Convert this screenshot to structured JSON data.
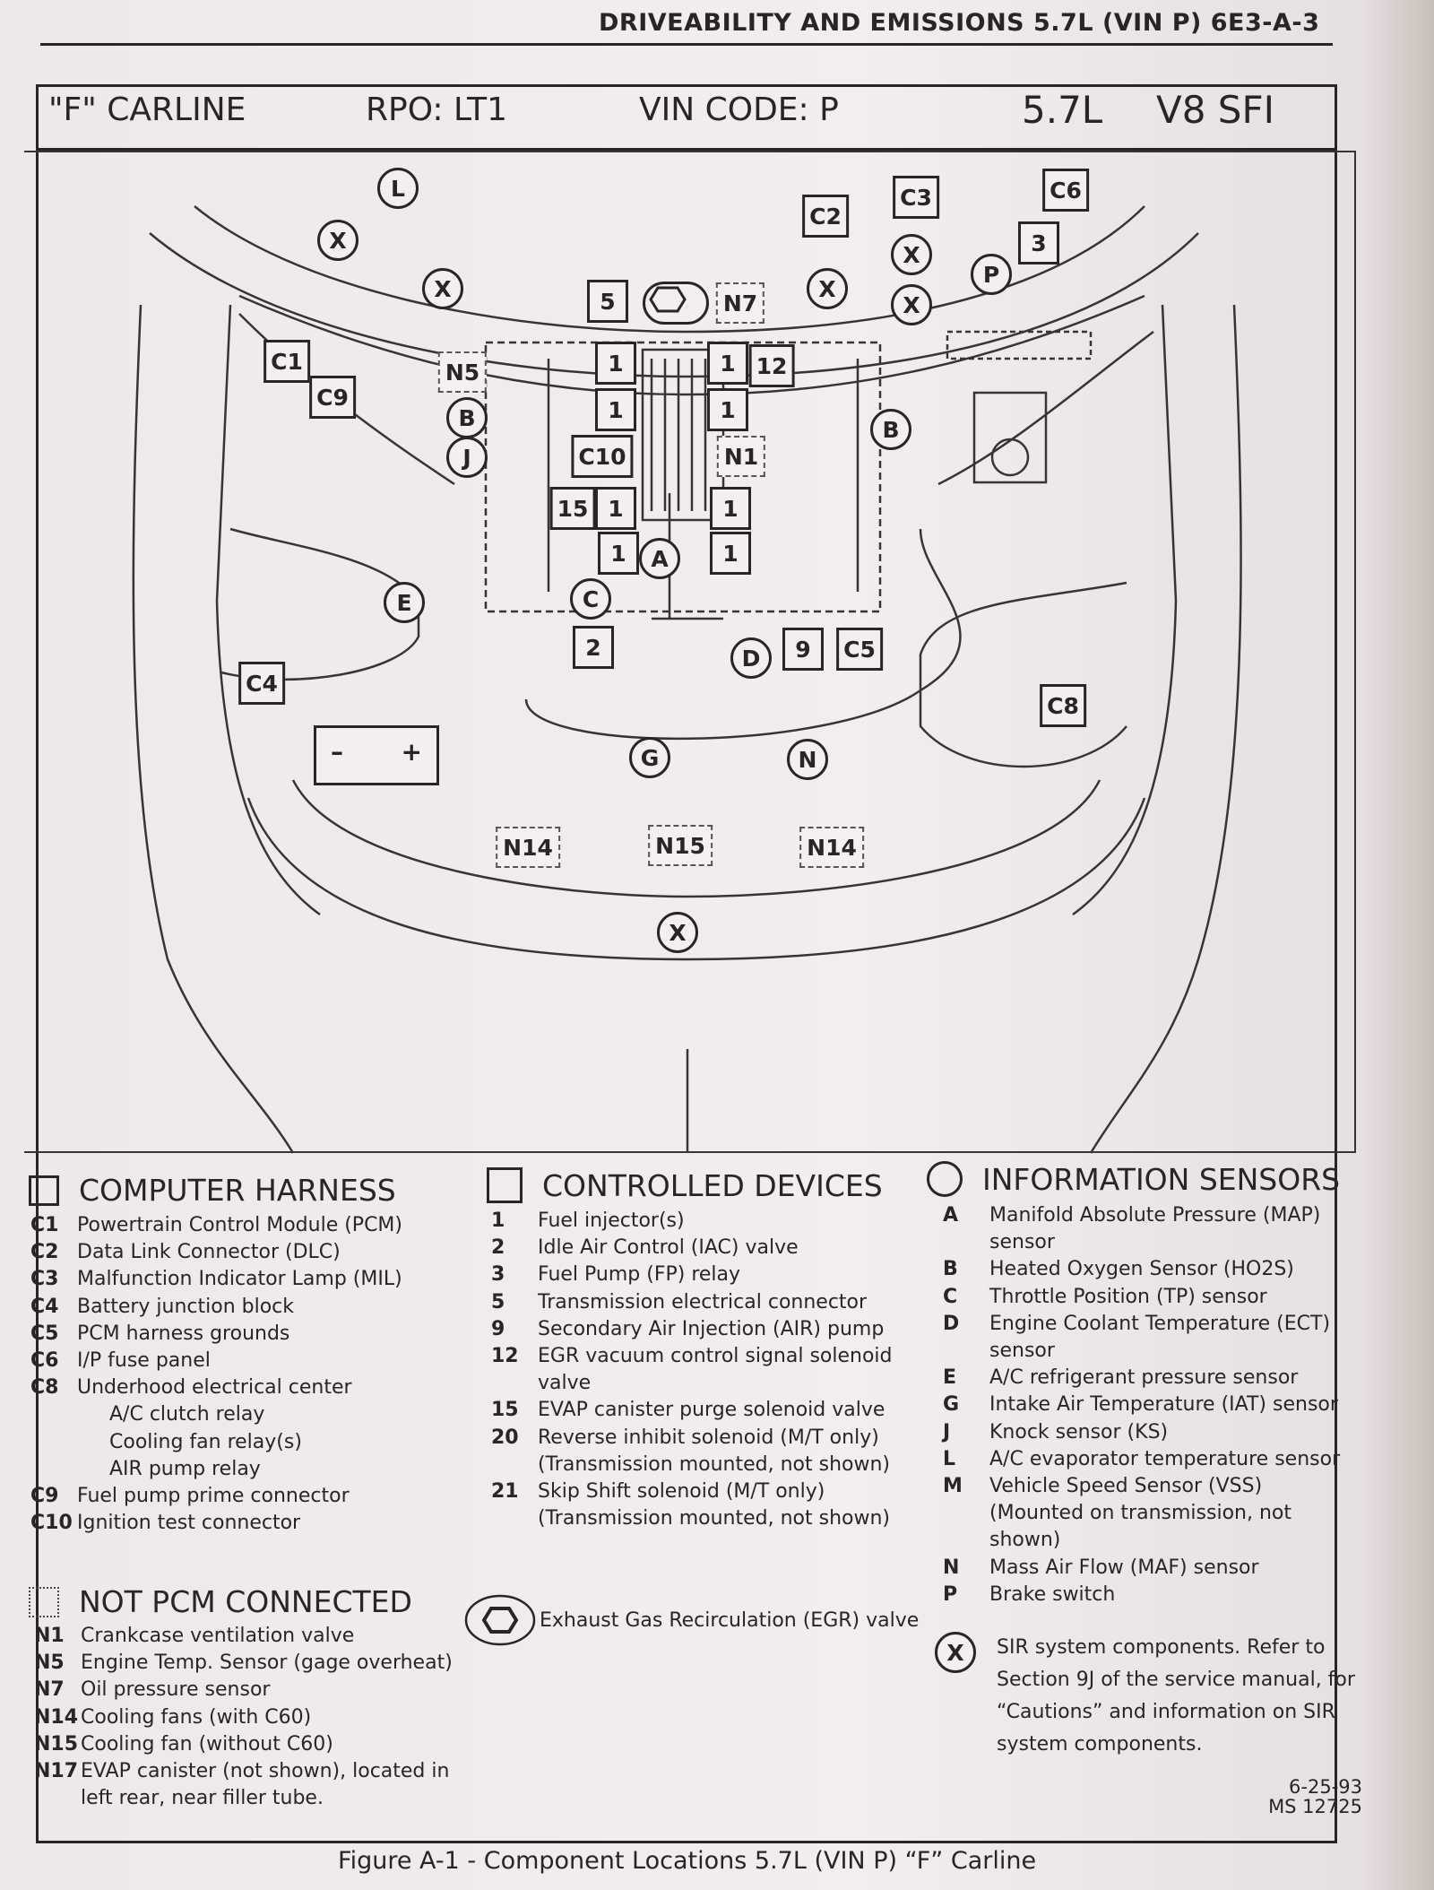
{
  "running_head": "DRIVEABILITY AND EMISSIONS  5.7L  (VIN P)  6E3-A-3",
  "title_bar": {
    "carline": "\"F\" CARLINE",
    "rpo": "RPO: LT1",
    "vin_code": "VIN CODE: P",
    "displacement": "5.7L",
    "engine": "V8 SFI"
  },
  "diagram": {
    "markers": [
      {
        "label": "L",
        "shape": "circle"
      },
      {
        "label": "X",
        "shape": "circle"
      },
      {
        "label": "X",
        "shape": "circle"
      },
      {
        "label": "X",
        "shape": "circle"
      },
      {
        "label": "X",
        "shape": "circle"
      },
      {
        "label": "X",
        "shape": "circle"
      },
      {
        "label": "P",
        "shape": "circle"
      },
      {
        "label": "B",
        "shape": "circle"
      },
      {
        "label": "J",
        "shape": "circle"
      },
      {
        "label": "B",
        "shape": "circle"
      },
      {
        "label": "A",
        "shape": "circle"
      },
      {
        "label": "C",
        "shape": "circle"
      },
      {
        "label": "E",
        "shape": "circle"
      },
      {
        "label": "D",
        "shape": "circle"
      },
      {
        "label": "G",
        "shape": "circle"
      },
      {
        "label": "N",
        "shape": "circle"
      },
      {
        "label": "X",
        "shape": "circle"
      },
      {
        "label": "C2",
        "shape": "square"
      },
      {
        "label": "C3",
        "shape": "square"
      },
      {
        "label": "C6",
        "shape": "square"
      },
      {
        "label": "3",
        "shape": "square"
      },
      {
        "label": "5",
        "shape": "square"
      },
      {
        "label": "C1",
        "shape": "square"
      },
      {
        "label": "C9",
        "shape": "square"
      },
      {
        "label": "1",
        "shape": "square"
      },
      {
        "label": "1",
        "shape": "square"
      },
      {
        "label": "1",
        "shape": "square"
      },
      {
        "label": "12",
        "shape": "square"
      },
      {
        "label": "1",
        "shape": "square"
      },
      {
        "label": "C10",
        "shape": "square"
      },
      {
        "label": "15",
        "shape": "square"
      },
      {
        "label": "1",
        "shape": "square"
      },
      {
        "label": "1",
        "shape": "square"
      },
      {
        "label": "1",
        "shape": "square"
      },
      {
        "label": "1",
        "shape": "square"
      },
      {
        "label": "2",
        "shape": "square"
      },
      {
        "label": "9",
        "shape": "square"
      },
      {
        "label": "C5",
        "shape": "square"
      },
      {
        "label": "C4",
        "shape": "square"
      },
      {
        "label": "C8",
        "shape": "square"
      },
      {
        "label": "N7",
        "shape": "dashed"
      },
      {
        "label": "N5",
        "shape": "dashed"
      },
      {
        "label": "N1",
        "shape": "dashed"
      },
      {
        "label": "N14",
        "shape": "dashed"
      },
      {
        "label": "N15",
        "shape": "dashed"
      },
      {
        "label": "N14",
        "shape": "dashed"
      },
      {
        "label": "",
        "shape": "hex"
      }
    ],
    "battery": {
      "minus": "–",
      "plus": "+"
    }
  },
  "legend": {
    "computer_harness": {
      "title": "COMPUTER HARNESS",
      "items": [
        {
          "code": "C1",
          "text": "Powertrain Control Module (PCM)"
        },
        {
          "code": "C2",
          "text": "Data Link Connector (DLC)"
        },
        {
          "code": "C3",
          "text": "Malfunction Indicator Lamp (MIL)"
        },
        {
          "code": "C4",
          "text": "Battery junction block"
        },
        {
          "code": "C5",
          "text": "PCM harness grounds"
        },
        {
          "code": "C6",
          "text": "I/P fuse panel"
        },
        {
          "code": "C8",
          "text": "Underhood electrical center",
          "sub": [
            "A/C clutch relay",
            "Cooling fan relay(s)",
            "AIR pump relay"
          ]
        },
        {
          "code": "C9",
          "text": "Fuel pump prime connector"
        },
        {
          "code": "C10",
          "text": "Ignition test connector"
        }
      ]
    },
    "not_pcm_connected": {
      "title": "NOT PCM CONNECTED",
      "items": [
        {
          "code": "N1",
          "text": "Crankcase ventilation valve"
        },
        {
          "code": "N5",
          "text": "Engine Temp. Sensor (gage overheat)"
        },
        {
          "code": "N7",
          "text": "Oil pressure sensor"
        },
        {
          "code": "N14",
          "text": "Cooling fans (with C60)"
        },
        {
          "code": "N15",
          "text": "Cooling fan (without C60)"
        },
        {
          "code": "N17",
          "text": "EVAP canister (not shown), located in",
          "cont": [
            "left rear, near filler tube."
          ]
        }
      ]
    },
    "controlled_devices": {
      "title": "CONTROLLED DEVICES",
      "items": [
        {
          "code": "1",
          "text": "Fuel injector(s)"
        },
        {
          "code": "2",
          "text": "Idle Air Control (IAC) valve"
        },
        {
          "code": "3",
          "text": "Fuel Pump (FP) relay"
        },
        {
          "code": "5",
          "text": "Transmission electrical connector"
        },
        {
          "code": "9",
          "text": "Secondary Air Injection (AIR) pump"
        },
        {
          "code": "12",
          "text": "EGR vacuum control signal solenoid",
          "cont": [
            "valve"
          ]
        },
        {
          "code": "15",
          "text": "EVAP canister purge solenoid valve"
        },
        {
          "code": "20",
          "text": "Reverse inhibit solenoid (M/T only)",
          "cont": [
            "(Transmission mounted, not shown)"
          ]
        },
        {
          "code": "21",
          "text": "Skip Shift solenoid (M/T only)",
          "cont": [
            "(Transmission mounted, not shown)"
          ]
        }
      ]
    },
    "egr": "Exhaust Gas Recirculation (EGR) valve",
    "information_sensors": {
      "title": "INFORMATION SENSORS",
      "items": [
        {
          "code": "A",
          "text": "Manifold Absolute Pressure (MAP)",
          "cont": [
            "sensor"
          ]
        },
        {
          "code": "B",
          "text": "Heated Oxygen Sensor (HO2S)"
        },
        {
          "code": "C",
          "text": "Throttle Position (TP) sensor"
        },
        {
          "code": "D",
          "text": "Engine Coolant Temperature (ECT)",
          "cont": [
            "sensor"
          ]
        },
        {
          "code": "E",
          "text": "A/C refrigerant pressure sensor"
        },
        {
          "code": "G",
          "text": "Intake Air Temperature (IAT) sensor"
        },
        {
          "code": "J",
          "text": "Knock sensor (KS)"
        },
        {
          "code": "L",
          "text": "A/C evaporator temperature sensor"
        },
        {
          "code": "M",
          "text": "Vehicle Speed Sensor (VSS)",
          "cont": [
            "(Mounted on transmission, not",
            "shown)"
          ]
        },
        {
          "code": "N",
          "text": "Mass Air Flow (MAF) sensor"
        },
        {
          "code": "P",
          "text": "Brake switch"
        }
      ]
    },
    "sir": {
      "symbol": "X",
      "lines": [
        "SIR system components.  Refer to",
        "Section 9J of the service manual, for",
        "“Cautions” and information on SIR",
        "system components."
      ]
    }
  },
  "date": "6-25-93",
  "ms_number": "MS 12725",
  "caption": "Figure A-1 - Component Locations  5.7L  (VIN P)  “F”  Carline"
}
